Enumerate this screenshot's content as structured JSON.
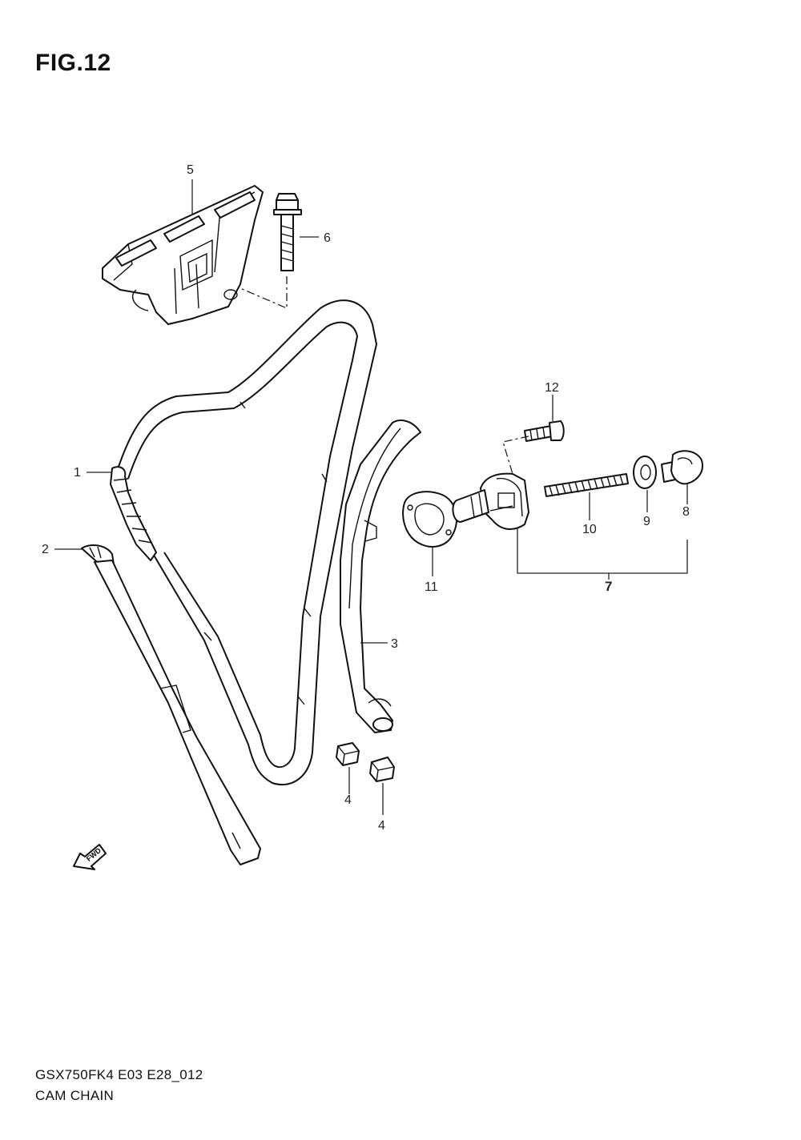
{
  "figure": {
    "title": "FIG.12",
    "model_code": "GSX750FK4 E03 E28_012",
    "caption": "CAM CHAIN"
  },
  "fwd_label": "FWD",
  "callouts": [
    {
      "id": "1",
      "label": "1"
    },
    {
      "id": "2",
      "label": "2"
    },
    {
      "id": "3",
      "label": "3"
    },
    {
      "id": "4a",
      "label": "4"
    },
    {
      "id": "4b",
      "label": "4"
    },
    {
      "id": "5",
      "label": "5"
    },
    {
      "id": "6",
      "label": "6"
    },
    {
      "id": "7",
      "label": "7"
    },
    {
      "id": "8",
      "label": "8"
    },
    {
      "id": "9",
      "label": "9"
    },
    {
      "id": "10",
      "label": "10"
    },
    {
      "id": "11",
      "label": "11"
    },
    {
      "id": "12",
      "label": "12"
    }
  ]
}
